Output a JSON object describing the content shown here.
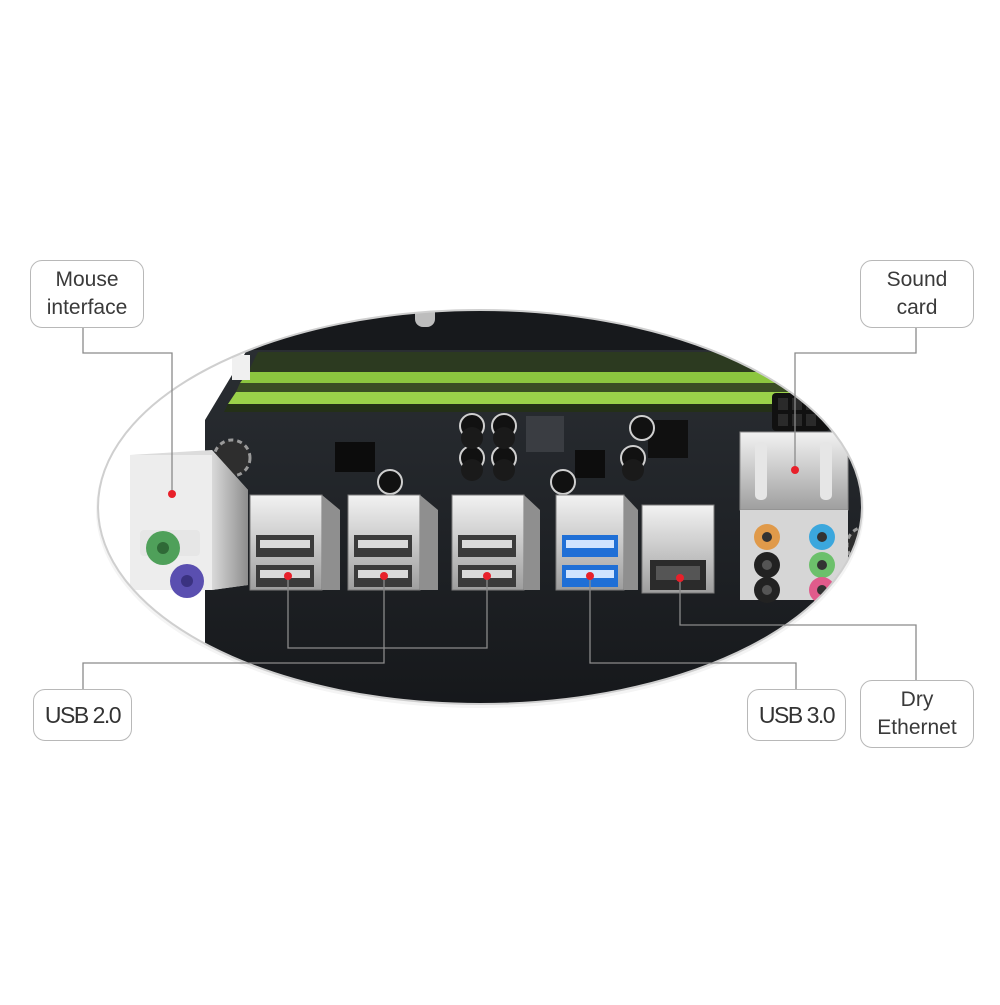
{
  "labels": {
    "mouse": "Mouse\ninterface",
    "sound": "Sound\ncard",
    "usb2": "USB 2.0",
    "usb3": "USB 3.0",
    "ethernet": "Dry\nEthernet"
  },
  "colors": {
    "background": "#ffffff",
    "board": "#1e2124",
    "ram_slot_green": "#8cc63f",
    "ps2_green": "#4fa05a",
    "ps2_purple": "#5a4fb0",
    "usb3_blue": "#1f6fd6",
    "marker_red": "#e8202a",
    "callout_line": "#8a8a8a",
    "audio_orange": "#e09a4a",
    "audio_blue": "#3ba7dd",
    "audio_green": "#6cc06b",
    "audio_pink": "#e05b8b",
    "audio_black": "#222222"
  },
  "icons": [
    "ps2-port-icon",
    "usb-port-icon",
    "rj45-port-icon",
    "audio-jack-icon"
  ]
}
